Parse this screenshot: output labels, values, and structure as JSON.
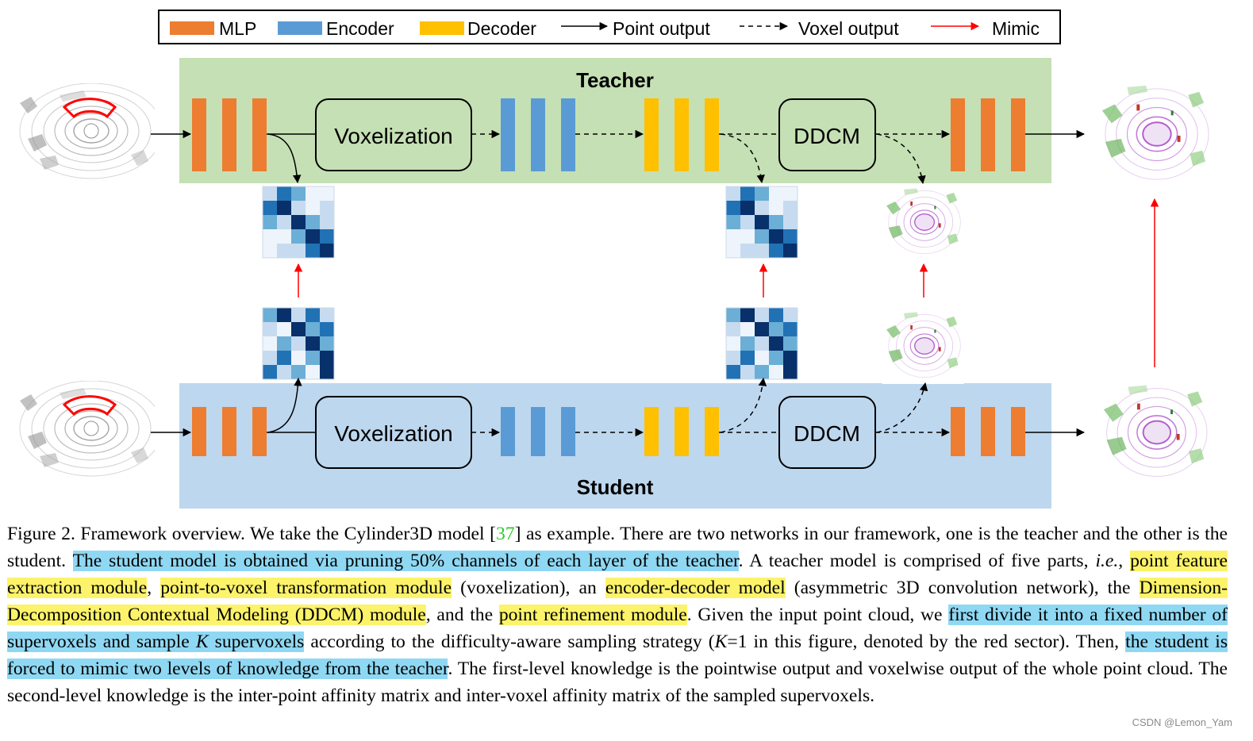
{
  "legend": {
    "mlp": "MLP",
    "encoder": "Encoder",
    "decoder": "Decoder",
    "point_output": "Point output",
    "voxel_output": "Voxel output",
    "mimic": "Mimic"
  },
  "teacher": {
    "title": "Teacher",
    "voxelization": "Voxelization",
    "ddcm": "DDCM"
  },
  "student": {
    "title": "Student",
    "voxelization": "Voxelization",
    "ddcm": "DDCM"
  },
  "colors": {
    "mlp": "#ed7d31",
    "encoder": "#5b9bd5",
    "decoder": "#ffc000",
    "teacher_bg": "#c5e0b4",
    "student_bg": "#bdd7ee",
    "mimic": "#ff0000",
    "highlight_blue": "#8fd8f3",
    "highlight_yellow": "#fcf36a"
  },
  "icons": [
    "point-cloud-input-icon",
    "affinity-matrix-icon",
    "segmentation-output-icon",
    "red-sector-icon"
  ],
  "caption": {
    "fig_label": "Figure 2.",
    "s1": "Framework overview.  We take the Cylinder3D model [",
    "ref": "37",
    "s2": "] as example.  There are two networks in our framework, one is the teacher and the other is the student.  ",
    "h1": "The student model is obtained via pruning 50% channels of each layer of the teacher",
    "s3": ".  A teacher model is comprised of five parts, ",
    "ie": "i.e.",
    "s4": ", ",
    "h2": "point feature extraction module",
    "s5": ", ",
    "h3": "point-to-voxel transformation module",
    "s6": " (voxelization), an ",
    "h4": "encoder-decoder model",
    "s7": " (asymmetric 3D convolution network), the ",
    "h5": "Dimension-Decomposition Contextual Modeling (DDCM) module",
    "s8": ", and the ",
    "h6": "point refinement module",
    "s9": ".  Given the input point cloud, we ",
    "h7": "first divide it into a fixed number of supervoxels and sample",
    "k1": " K",
    "h8": " supervoxels",
    "s10": " according to the difficulty-aware sampling strategy (",
    "k2": "K",
    "s11": "=1 in this figure, denoted by the red sector).  Then, ",
    "h9": "the student is forced to mimic two levels of knowledge from the teacher",
    "s12": ".  The first-level knowledge is the pointwise output and voxelwise output of the whole point cloud.  The second-level knowledge is the inter-point affinity matrix and inter-voxel affinity matrix of the sampled supervoxels."
  },
  "watermark": "CSDN @Lemon_Yam"
}
